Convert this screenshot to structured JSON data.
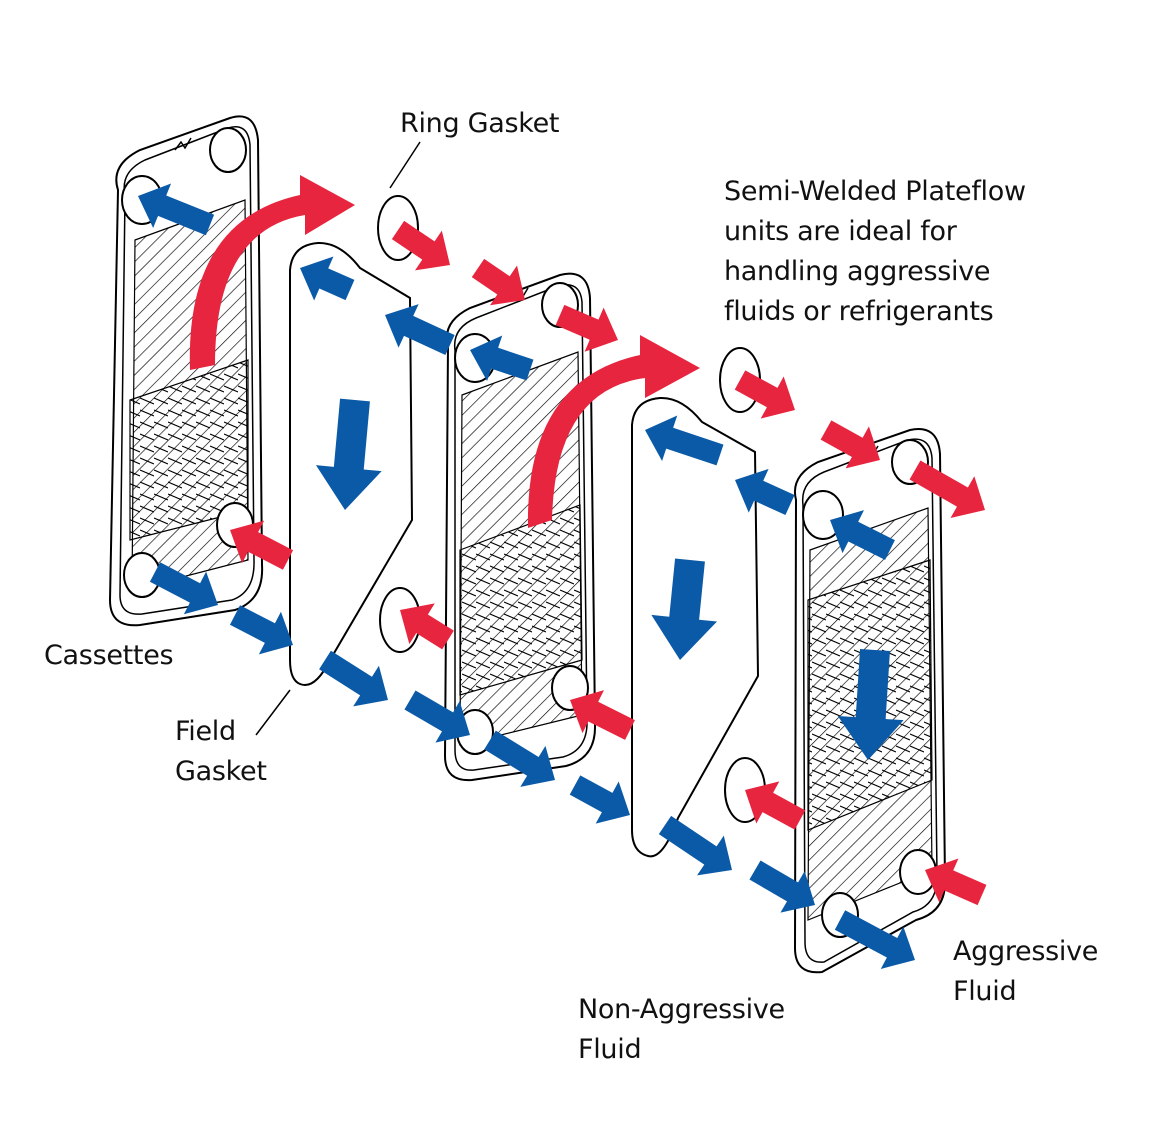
{
  "diagram": {
    "title": "Semi-Welded Plateflow heat exchanger exploded view",
    "colors": {
      "aggressive_fluid": "#e8253f",
      "non_aggressive_fluid": "#0b5aa8",
      "outline": "#000000",
      "background": "#ffffff"
    },
    "labels": {
      "ring_gasket": "Ring Gasket",
      "description": [
        "Semi-Welded Plateflow",
        "units are ideal for",
        "handling aggressive",
        "fluids or refrigerants"
      ],
      "cassettes": "Cassettes",
      "field_gasket": [
        "Field",
        "Gasket"
      ],
      "non_aggressive_fluid": [
        "Non-Aggressive",
        "Fluid"
      ],
      "aggressive_fluid": [
        "Aggressive",
        "Fluid"
      ]
    },
    "components": [
      {
        "name": "cassette",
        "count": 3
      },
      {
        "name": "field gasket",
        "count": 2
      },
      {
        "name": "ring gasket",
        "count": 4
      }
    ],
    "flows": [
      {
        "name": "Aggressive Fluid",
        "color_key": "aggressive_fluid",
        "icon": "red-arrow"
      },
      {
        "name": "Non-Aggressive Fluid",
        "color_key": "non_aggressive_fluid",
        "icon": "blue-arrow"
      }
    ]
  }
}
